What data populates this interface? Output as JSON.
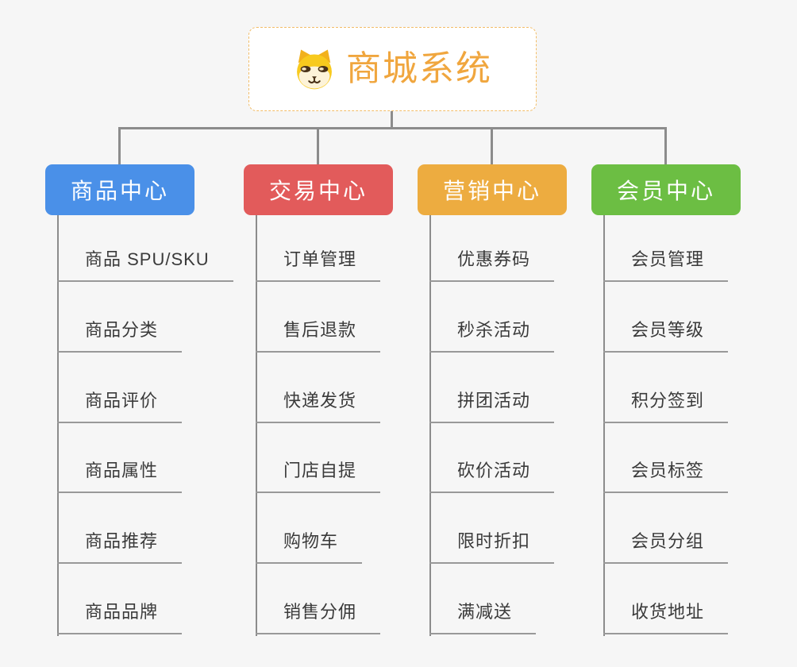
{
  "colors": {
    "connector": "#8c8c8c",
    "underline": "#999999",
    "child_text": "#3a3a3a",
    "background": "#f6f6f6"
  },
  "root": {
    "label": "商城系统",
    "icon": "shiba-dog-icon",
    "text_color": "#f0a63e",
    "border_color": "#f2bd68",
    "bg": "#ffffff"
  },
  "branches": [
    {
      "label": "商品中心",
      "color": "#4a90e8",
      "children": [
        "商品 SPU/SKU",
        "商品分类",
        "商品评价",
        "商品属性",
        "商品推荐",
        "商品品牌"
      ]
    },
    {
      "label": "交易中心",
      "color": "#e25b5b",
      "children": [
        "订单管理",
        "售后退款",
        "快递发货",
        "门店自提",
        "购物车",
        "销售分佣"
      ]
    },
    {
      "label": "营销中心",
      "color": "#edac40",
      "children": [
        "优惠券码",
        "秒杀活动",
        "拼团活动",
        "砍价活动",
        "限时折扣",
        "满减送"
      ]
    },
    {
      "label": "会员中心",
      "color": "#6cbe43",
      "children": [
        "会员管理",
        "会员等级",
        "积分签到",
        "会员标签",
        "会员分组",
        "收货地址"
      ]
    }
  ]
}
